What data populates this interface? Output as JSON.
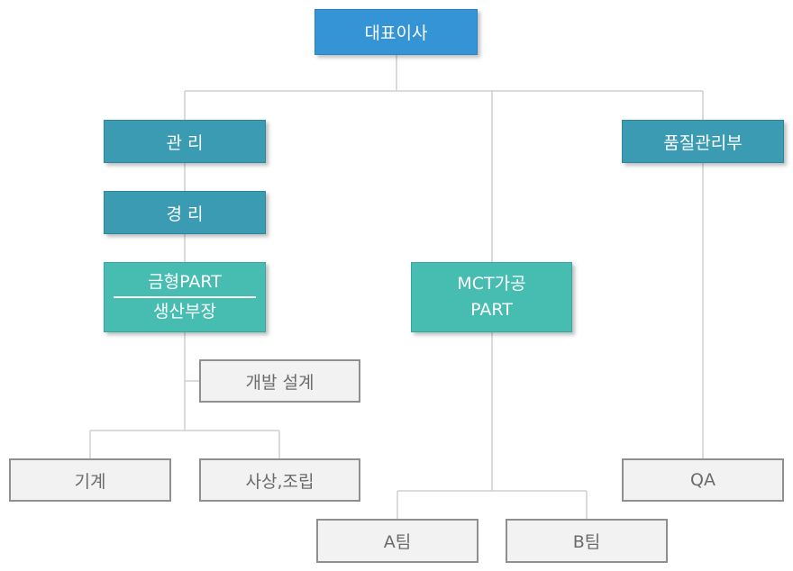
{
  "nodes": {
    "ceo": "대표이사",
    "admin": "관 리",
    "accounting": "경 리",
    "mold_part": {
      "line1": "금형PART",
      "line2": "생산부장"
    },
    "mct_part": {
      "line1": "MCT가공",
      "line2": "PART"
    },
    "quality": "품질관리부",
    "dev_design": "개발 설계",
    "machine": "기계",
    "finishing_assembly": "사상,조립",
    "team_a": "A팀",
    "team_b": "B팀",
    "qa": "QA"
  },
  "colors": {
    "ceo": "#3494d6",
    "department": "#3b9bb3",
    "part": "#47bdb2",
    "team_fill": "#f2f2f2",
    "team_border": "#8f8f8f",
    "connector": "#cfcfcf"
  }
}
